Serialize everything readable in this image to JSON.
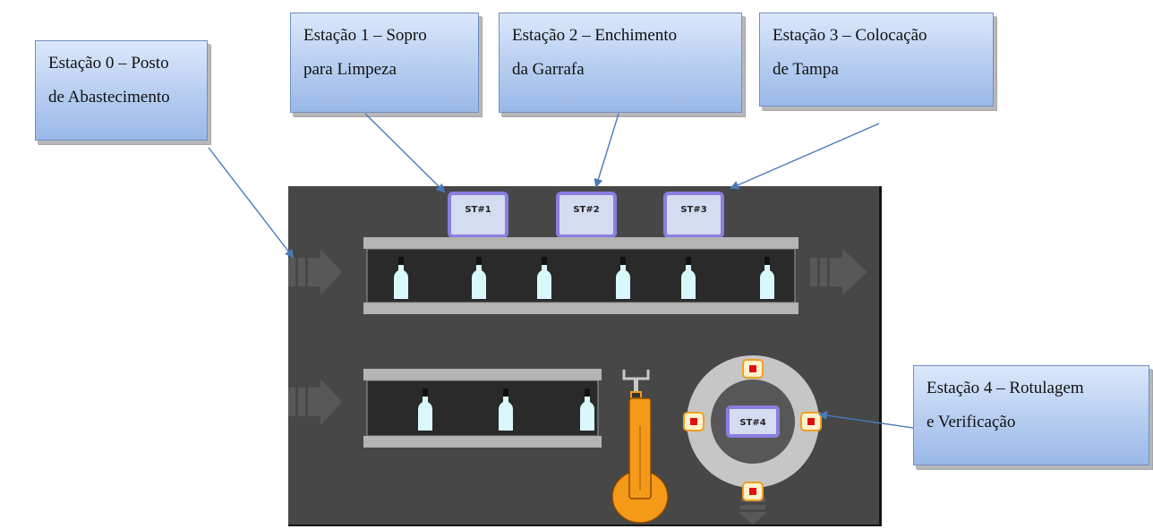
{
  "callouts": {
    "station0": "Estação 0 – Posto\nde Abastecimento",
    "station1": "Estação 1 – Sopro\npara Limpeza",
    "station2": "Estação 2 – Enchimento\nda Garrafa",
    "station3": "Estação 3 – Colocação\nde Tampa",
    "station4": "Estação 4 – Rotulagem\ne Verificação"
  },
  "stations": {
    "st1": "ST#1",
    "st2": "ST#2",
    "st3": "ST#3",
    "st4": "ST#4"
  },
  "colors": {
    "panel": "#474747",
    "callout_fill": "#b6cdf0",
    "callout_arrow": "#4a7ab8",
    "station_border": "#8a7fe0",
    "station_fill": "#d4dcf2",
    "bottle": "#d8f8fc",
    "robot": "#f59a18",
    "marker": "#e01010"
  },
  "conveyors": {
    "top_bottles": 6,
    "bottom_bottles": 3
  }
}
